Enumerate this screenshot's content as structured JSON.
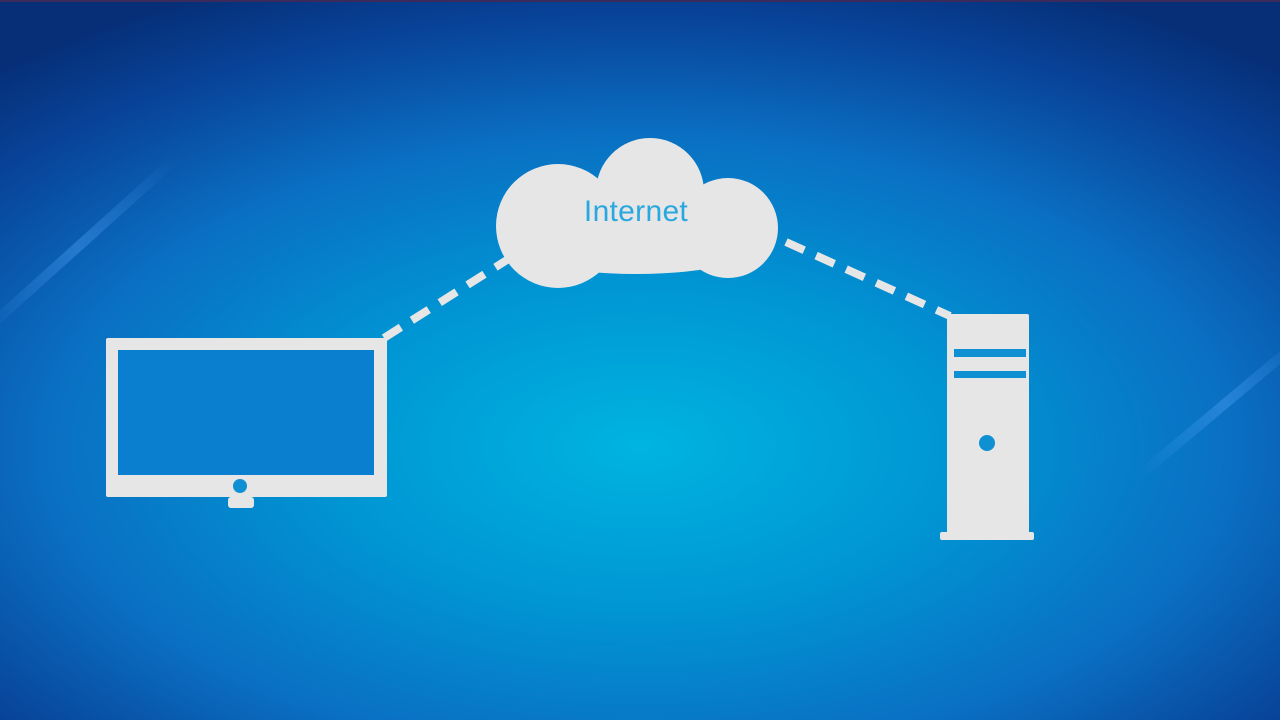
{
  "diagram": {
    "cloud": {
      "label": "Internet"
    },
    "nodes": [
      {
        "name": "monitor-icon"
      },
      {
        "name": "server-tower-icon"
      }
    ],
    "connections": [
      {
        "from": "monitor-icon",
        "to": "cloud-shape",
        "style": "dashed"
      },
      {
        "from": "cloud-shape",
        "to": "server-tower-icon",
        "style": "dashed"
      }
    ],
    "colors": {
      "background_center": "#00b4e0",
      "background_edge": "#062f78",
      "shape_fill": "#e6e6e6",
      "cloud_text": "#29a8e0",
      "accent_dot": "#0e90d2"
    }
  }
}
